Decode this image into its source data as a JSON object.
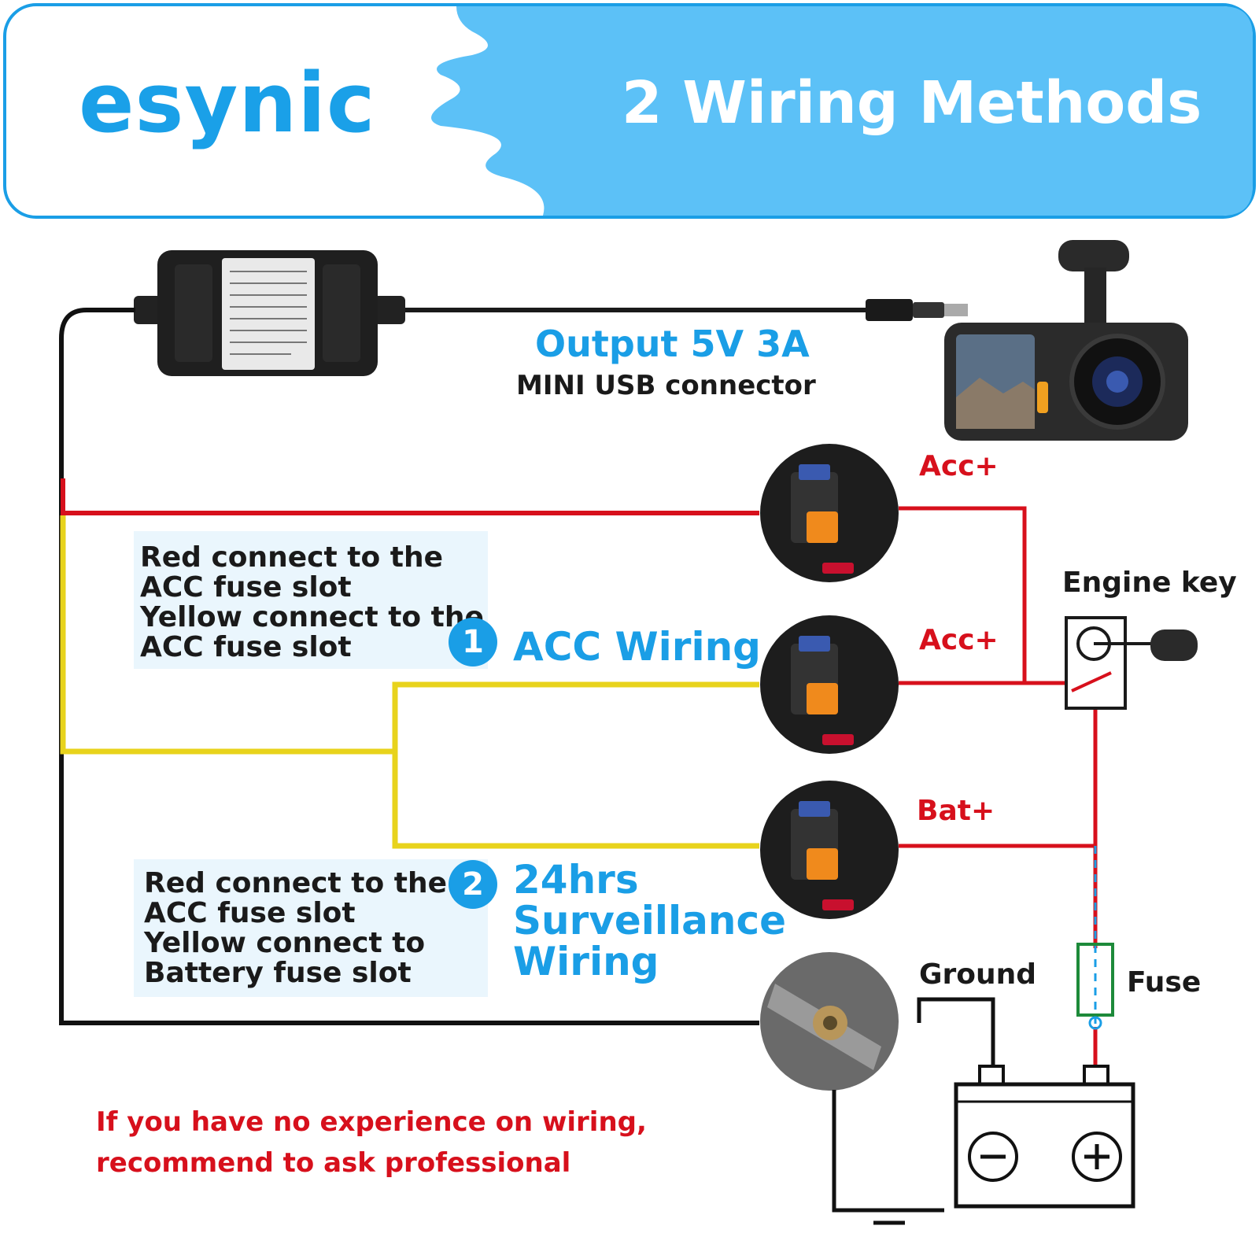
{
  "header": {
    "logo": "esynic",
    "title": "2 Wiring Methods"
  },
  "converter": {
    "output_title": "Output 5V 3A",
    "output_subtitle": "MINI USB connector"
  },
  "labels": {
    "acc_top": "Acc+",
    "acc_mid": "Acc+",
    "bat": "Bat+",
    "engine_key": "Engine key",
    "ground": "Ground",
    "fuse": "Fuse"
  },
  "method1": {
    "number": "1",
    "title": "ACC Wiring",
    "lines": [
      "Red connect to the",
      "ACC fuse slot",
      "Yellow connect to the",
      "ACC fuse slot"
    ]
  },
  "method2": {
    "number": "2",
    "title_lines": [
      "24hrs",
      "Surveillance",
      "Wiring"
    ],
    "lines": [
      "Red connect to the",
      "ACC fuse slot",
      "Yellow connect to",
      "Battery fuse slot"
    ]
  },
  "warning": {
    "lines": [
      "If you have no experience on wiring,",
      "recommend to ask professional"
    ]
  },
  "colors": {
    "brand_blue": "#1a9ee6",
    "header_blue": "#5cc1f7",
    "wire_red": "#d7101c",
    "wire_yellow": "#e8d31c",
    "wire_black": "#111111"
  }
}
